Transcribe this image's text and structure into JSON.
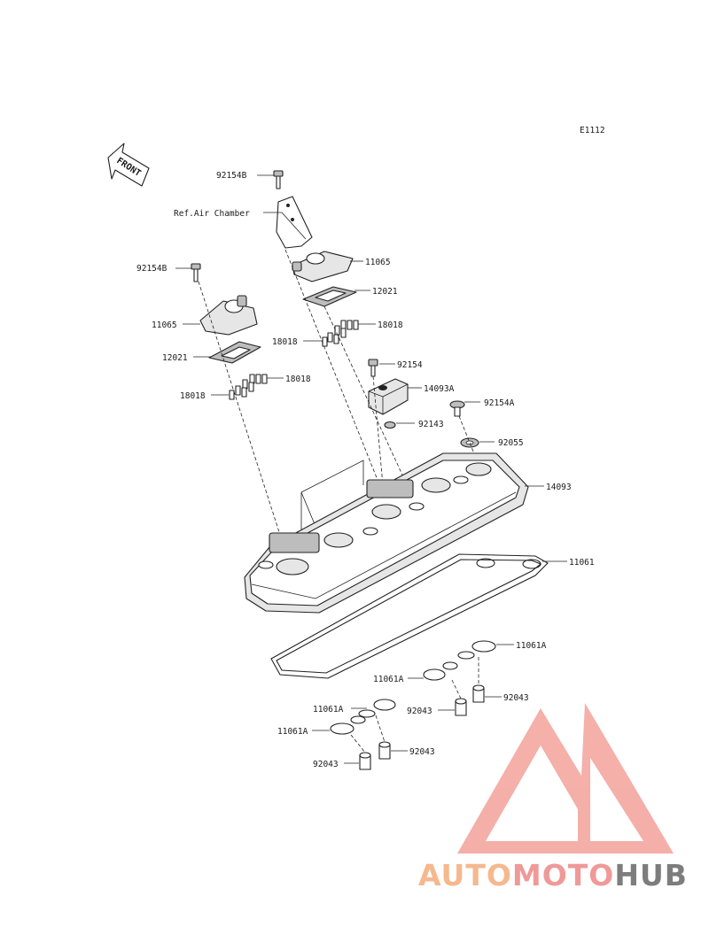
{
  "diagram_code": "E1112",
  "front_label": "FRONT",
  "ref_label": "Ref.Air Chamber",
  "watermark": {
    "part1": "AUTO",
    "part2": "MOTO",
    "part3": "HUB",
    "color1": "#f4b183",
    "color2": "#ef8f8f",
    "color3": "#707070",
    "logo_color": "#f3a7a0"
  },
  "labels": {
    "bolt_b_right": "92154B",
    "bolt_b_left": "92154B",
    "cover_right": "11065",
    "cover_left": "11065",
    "gasket_right": "12021",
    "gasket_left": "12021",
    "plug_right_top": "18018",
    "plug_right_side": "18018",
    "plug_left_top": "18018",
    "plug_left_side": "18018",
    "bolt_92154": "92154",
    "cap_14093A": "14093A",
    "bolt_92154A": "92154A",
    "oring_92143": "92143",
    "washer_92055": "92055",
    "head_cover_14093": "14093",
    "gasket_11061": "11061",
    "seal_11061A_1": "11061A",
    "seal_11061A_2": "11061A",
    "seal_11061A_3": "11061A",
    "seal_11061A_4": "11061A",
    "collar_92043_1": "92043",
    "collar_92043_2": "92043",
    "collar_92043_3": "92043",
    "collar_92043_4": "92043"
  }
}
